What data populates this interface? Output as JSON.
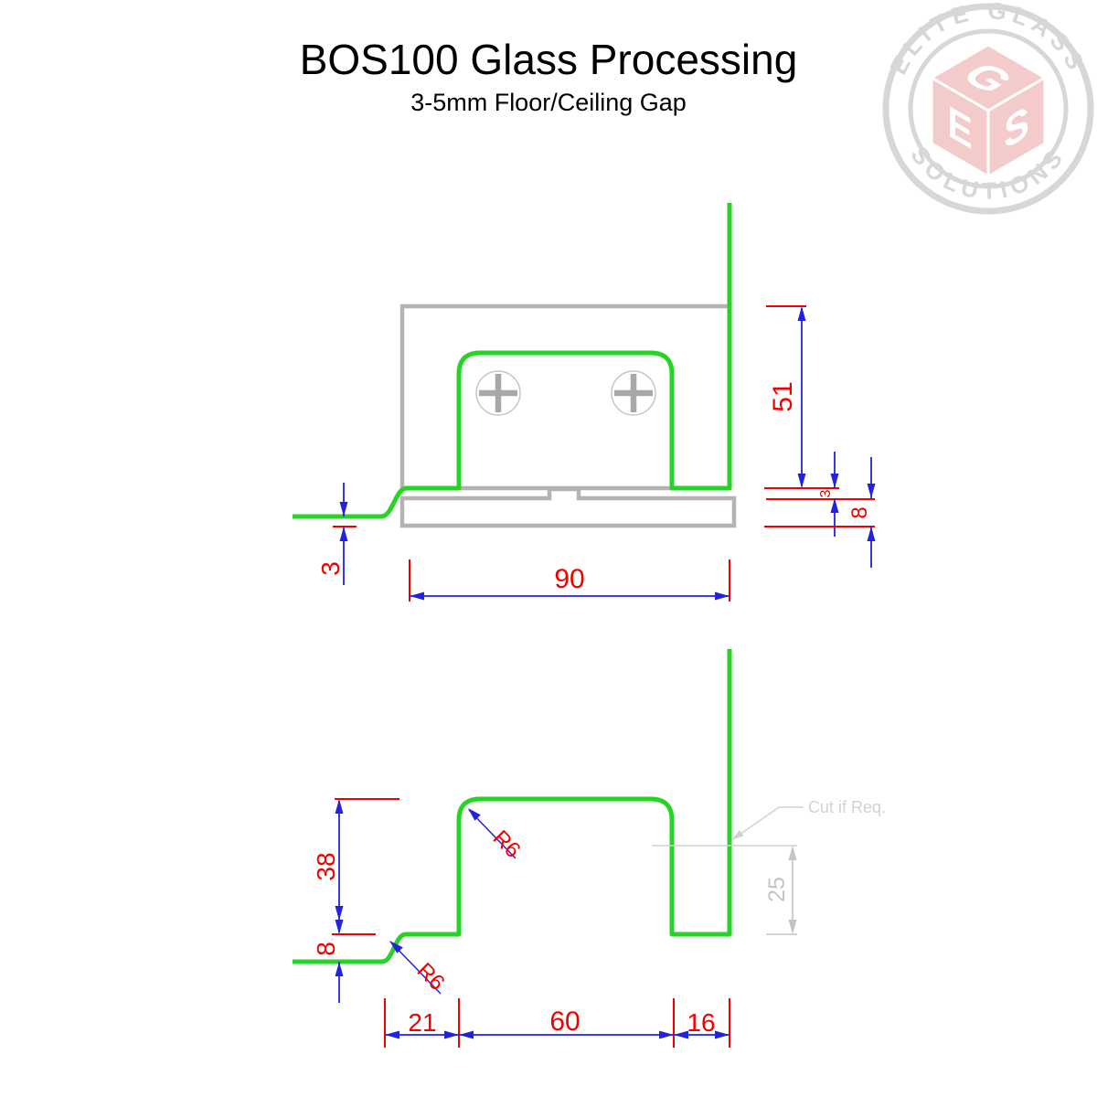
{
  "header": {
    "title": "BOS100 Glass Processing",
    "subtitle": "3-5mm Floor/Ceiling Gap"
  },
  "logo": {
    "arc_top": "ELITE GLASS",
    "arc_bottom": "SOLUTIONS",
    "cube_top": "G",
    "cube_left": "E",
    "cube_right": "S"
  },
  "colors": {
    "glass": "#26d326",
    "hardware": "#b3b3b3",
    "hwlight": "#c6c6c6",
    "cross": "#a8a8a8",
    "red": "#f20000",
    "blue": "#2323dd",
    "notegray": "#c4c4c4",
    "leadergray": "#d2d2d2",
    "logogray": "#d7d7d7",
    "logopink": "#f3cbcb",
    "ink": "#000000"
  },
  "top_view": {
    "dim_height": "51",
    "dim_top_gap": "3",
    "dim_plate": "8",
    "dim_floor_gap": "3",
    "dim_width": "90"
  },
  "bottom_view": {
    "dim_notch_depth": "38",
    "dim_step": "8",
    "radius_top": "R6",
    "radius_step": "R6",
    "dim_cut_height": "25",
    "dim_left": "21",
    "dim_notch_width": "60",
    "dim_tab": "16",
    "cut_note": "Cut if Req."
  }
}
